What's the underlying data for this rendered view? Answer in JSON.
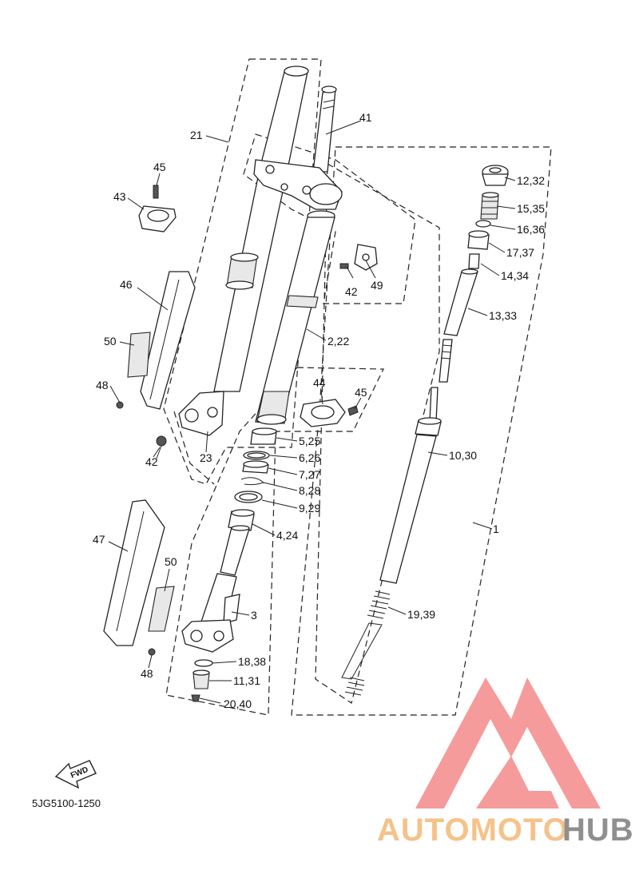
{
  "diagram": {
    "callouts": {
      "c1": "1",
      "c2_22": "2,22",
      "c3": "3",
      "c4_24": "4,24",
      "c5_25": "5,25",
      "c6_26": "6,26",
      "c7_27": "7,27",
      "c8_28": "8,28",
      "c9_29": "9,29",
      "c10_30": "10,30",
      "c11_31": "11,31",
      "c12_32": "12,32",
      "c13_33": "13,33",
      "c14_34": "14,34",
      "c15_35": "15,35",
      "c16_36": "16,36",
      "c17_37": "17,37",
      "c18_38": "18,38",
      "c19_39": "19,39",
      "c20_40": "20,40",
      "c21": "21",
      "c23": "23",
      "c41": "41",
      "c42a": "42",
      "c42b": "42",
      "c43": "43",
      "c44": "44",
      "c45a": "45",
      "c45b": "45",
      "c46": "46",
      "c47": "47",
      "c48a": "48",
      "c48b": "48",
      "c49": "49",
      "c50a": "50",
      "c50b": "50"
    },
    "fwd_label": "FWD",
    "diagram_code": "5JG5100-1250"
  },
  "watermark": {
    "part1": "AUTOMOTO",
    "part2": "HUB",
    "color1": "#f5c28a",
    "color2": "#8f8f8f",
    "logo_color": "#f48a8a"
  }
}
